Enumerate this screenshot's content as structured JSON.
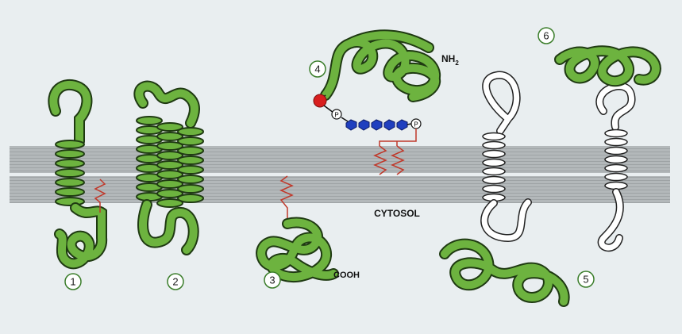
{
  "labels": {
    "cytosol": "CYTOSOL",
    "nh2": "NH",
    "nh2_sub": "2",
    "cooh": "COOH",
    "phosphate": "P"
  },
  "examples": [
    {
      "number": "1"
    },
    {
      "number": "2"
    },
    {
      "number": "3"
    },
    {
      "number": "4"
    },
    {
      "number": "5"
    },
    {
      "number": "6"
    }
  ],
  "colors": {
    "protein_green": "#6db33f",
    "protein_dark": "#1f3a12",
    "bilayer": "#a7acae",
    "lipid_anchor": "#c0392b",
    "fatty_chain": "#1f3fbf",
    "head_group": "#d81e1e",
    "background": "#e9eef0"
  }
}
